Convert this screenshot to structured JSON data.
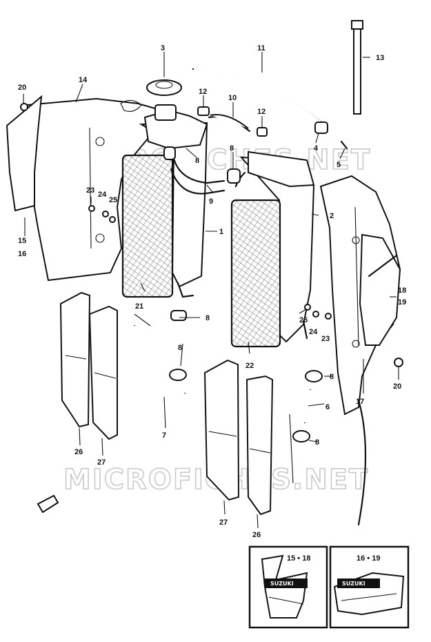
{
  "watermark": "MICROFICHES.NET",
  "callouts": {
    "p1": "1",
    "p2": "2",
    "p3": "3",
    "p4": "4",
    "p5": "5",
    "p6": "6",
    "p7": "7",
    "p8a": "8",
    "p8b": "8",
    "p8c": "8",
    "p8d": "8",
    "p8e": "8",
    "p8f": "8",
    "p9": "9",
    "p10": "10",
    "p11": "11",
    "p12a": "12",
    "p12b": "12",
    "p13": "13",
    "p14": "14",
    "p15_16a": "15",
    "p15_16b": "16",
    "p17": "17",
    "p18_19a": "18",
    "p18_19b": "19",
    "p20a": "20",
    "p20b": "20",
    "p21": "21",
    "p22": "22",
    "p23a": "23",
    "p23b": "23",
    "p24a": "24",
    "p24b": "24",
    "p25a": "25",
    "p25b": "25",
    "p26a": "26",
    "p26b": "26",
    "p27a": "27",
    "p27b": "27"
  },
  "inset_left": {
    "label": "15 • 18",
    "brand": "SUZUKI"
  },
  "inset_right": {
    "label": "16 • 19",
    "brand": "SUZUKI"
  }
}
